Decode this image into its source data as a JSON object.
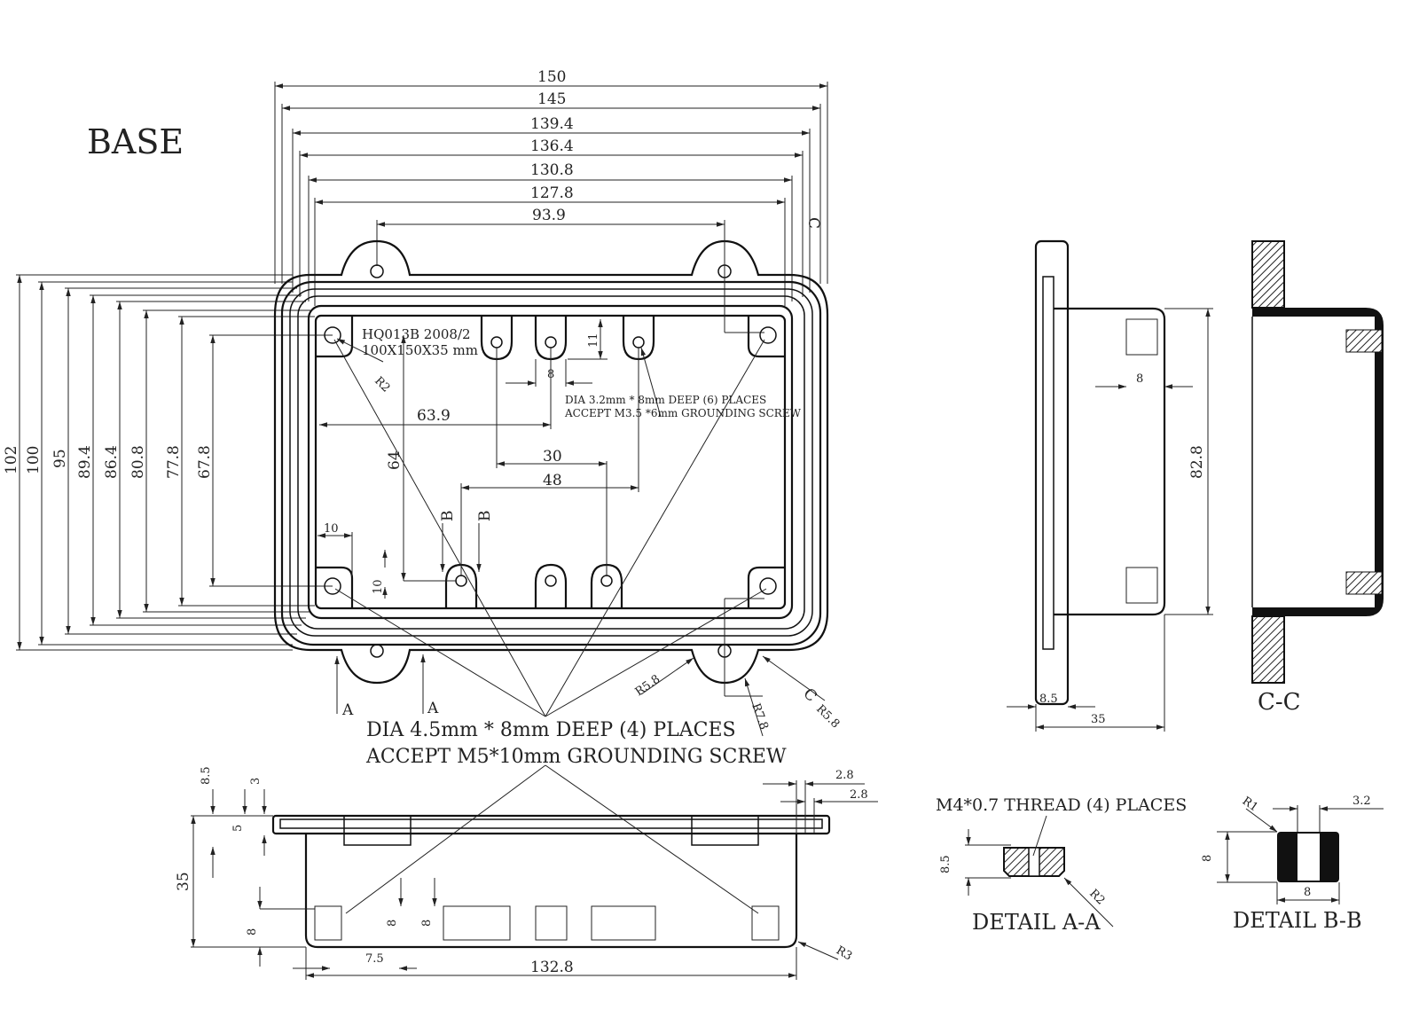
{
  "title": "BASE",
  "top_dims": [
    "150",
    "145",
    "139.4",
    "136.4",
    "130.8",
    "127.8",
    "93.9"
  ],
  "left_dims": [
    "102",
    "100",
    "95",
    "89.4",
    "86.4",
    "80.8",
    "77.8",
    "67.8"
  ],
  "model_label": [
    "HQ013B 2008/2",
    "100X150X35 mm"
  ],
  "small_hole_note": [
    "DIA 3.2mm * 8mm DEEP (6) PLACES",
    "ACCEPT M3.5 *6mm GROUNDING SCREW"
  ],
  "large_hole_note": [
    "DIA 4.5mm * 8mm DEEP (4) PLACES",
    "ACCEPT M5*10mm GROUNDING SCREW"
  ],
  "plan_dims": {
    "d11": "11",
    "d8": "8",
    "d63_9": "63.9",
    "d64": "64",
    "d30": "30",
    "d48": "48",
    "d10a": "10",
    "d10b": "10",
    "r2": "R2",
    "r5_8a": "R5.8",
    "r7_8": "R7.8",
    "r5_8b": "R5.8"
  },
  "section_marks": {
    "a1": "A",
    "a2": "A",
    "b1": "B",
    "b2": "B",
    "c1": "C",
    "c2": "C"
  },
  "side_view": {
    "d8": "8",
    "d82_8": "82.8",
    "d8_5": "8.5",
    "d35": "35"
  },
  "section_cc": {
    "label": "C-C"
  },
  "bottom_view": {
    "d8_5": "8.5",
    "d3": "3",
    "d5": "5",
    "d35": "35",
    "d8a": "8",
    "d8b": "8",
    "d8c": "8",
    "d7_5": "7.5",
    "d132_8": "132.8",
    "r3": "R3",
    "d2_8a": "2.8",
    "d2_8b": "2.8"
  },
  "detail_aa": {
    "note": "M4*0.7 THREAD (4) PLACES",
    "d8_5": "8.5",
    "r2": "R2",
    "label": "DETAIL A-A"
  },
  "detail_bb": {
    "r1": "R1",
    "d3_2": "3.2",
    "d8v": "8",
    "d8h": "8",
    "label": "DETAIL B-B"
  }
}
